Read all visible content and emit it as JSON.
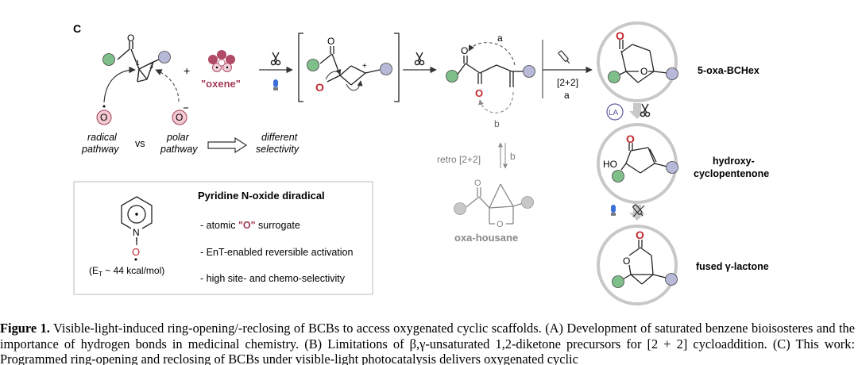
{
  "panel_label": "C",
  "top_row": {
    "locant_1": "1",
    "locant_3": "3",
    "plus_sign": "+",
    "oxene_label": "\"oxene\"",
    "radical_label": [
      "radical",
      "pathway"
    ],
    "vs_label": "vs",
    "polar_label": [
      "polar",
      "pathway"
    ],
    "different_selectivity": [
      "different",
      "selectivity"
    ],
    "cation_sign": "+",
    "path_a": "a",
    "path_b": "b",
    "cycloaddition_label": "[2+2]",
    "cycloaddition_path": "a",
    "retro_label": "retro [2+2]",
    "retro_path": "b",
    "oxa_housane": "oxa-housane"
  },
  "right_column": {
    "products": [
      "5-oxa-BCHex",
      "hydroxy-",
      "cyclopentenone",
      "fused γ-lactone"
    ],
    "lewis_acid": "LA",
    "hydroxy_group": "HO"
  },
  "info_box": {
    "title": "Pyridine N-oxide diradical",
    "bullets": [
      "- atomic ",
      "\"O\"",
      " surrogate",
      "- EnT-enabled reversible activation",
      "- high site- and chemo-selectivity"
    ],
    "nitrogen": "N",
    "oxygen": "O",
    "energy": "(E",
    "energy_sub": "T",
    "energy_rest": " ~ 44 kcal/mol)"
  },
  "atom_O": "O",
  "caption": {
    "label": "Figure 1.",
    "text": " Visible-light-induced ring-opening/-reclosing of BCBs to access oxygenated cyclic scaffolds. (A) Development of saturated benzene bioisosteres and the importance of hydrogen bonds in medicinal chemistry. (B) Limitations of β,γ-unsaturated 1,2-diketone precursors for [2 + 2] cycloaddition. (C) This work: Programmed ring-opening and reclosing of BCBs under visible-light photocatalysis delivers oxygenated cyclic"
  },
  "colors": {
    "oxygen_red": "#c2272d",
    "oxene_red": "#a33c55",
    "green": "#7fbf8a",
    "blue": "#b8b9d8",
    "gray_ball": "#c8c8c8"
  }
}
